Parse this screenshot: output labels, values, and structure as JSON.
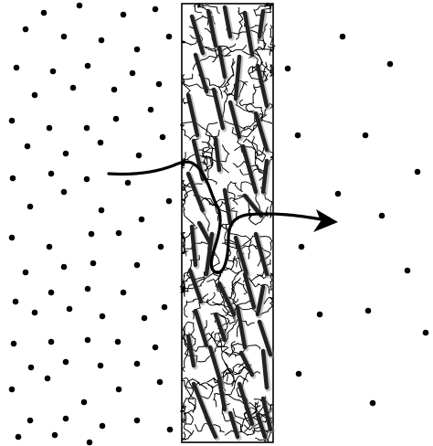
{
  "diagram": {
    "type": "membrane-permeation-schematic",
    "high_concentration_side": "left",
    "low_concentration_side": "right",
    "membrane": {
      "matrix": "tangled-polymer-chains",
      "filler": "dispersed-rod-particles"
    },
    "permeation_path": {
      "direction": "left-to-right",
      "tortuous": true
    }
  },
  "colors": {
    "background": "#ffffff",
    "ink": "#000000",
    "filler_rods": "#222222"
  }
}
